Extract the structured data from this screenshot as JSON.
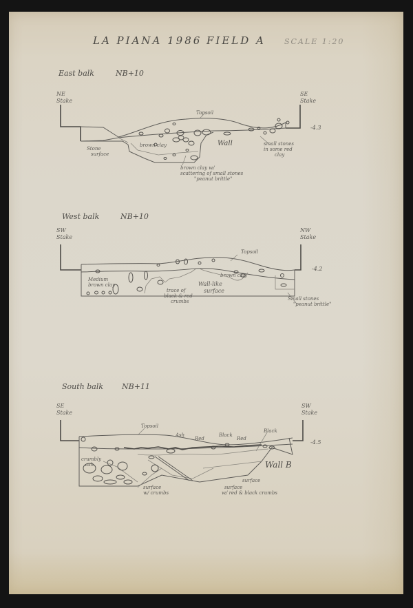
{
  "sheet": {
    "title": "LA PIANA 1986",
    "field": "FIELD A",
    "scale": "SCALE 1:20",
    "colors": {
      "background": "#141414",
      "paper": "#dcd7cb",
      "ink": "#5f5d59"
    }
  },
  "sections": [
    {
      "heading": "East balk",
      "grid_ref": "NB+10",
      "left_stake": [
        "NE",
        "Stake"
      ],
      "right_stake": [
        "SE",
        "Stake"
      ],
      "datum": "-4.3",
      "annotations": {
        "topsoil": "Topsoil",
        "brown_clay": "brown clay",
        "wall": "Wall",
        "stone_surface": [
          "Stone",
          "surface"
        ],
        "small_stones": [
          "small stones",
          "in some red",
          "clay"
        ],
        "brown_clay_scatter": [
          "brown clay w/",
          "scattering of small stones",
          "\"peanut brittle\""
        ]
      }
    },
    {
      "heading": "West balk",
      "grid_ref": "NB+10",
      "left_stake": [
        "SW",
        "Stake"
      ],
      "right_stake": [
        "NW",
        "Stake"
      ],
      "datum": "-4.2",
      "annotations": {
        "topsoil": "Topsoil",
        "medium_brown_clay": [
          "Medium",
          "brown clay"
        ],
        "brown_clay": "brown clay",
        "trace_of_burnt": [
          "trace of",
          "black & red",
          "crumbs"
        ],
        "wall_like_surface": [
          "Wall-like",
          "surface"
        ],
        "small_stones": [
          "Small stones",
          "\"peanut brittle\""
        ]
      }
    },
    {
      "heading": "South balk",
      "grid_ref": "NB+11",
      "left_stake": [
        "SE",
        "Stake"
      ],
      "right_stake": [
        "SW",
        "Stake"
      ],
      "datum": "-4.5",
      "annotations": {
        "topsoil": "Topsoil",
        "layer_labels": [
          "Ash",
          "Red",
          "Black",
          "Red",
          "Black"
        ],
        "crumbly": [
          "crumbly",
          "ash"
        ],
        "wall_b": "Wall B",
        "surface": "surface",
        "surface_crumbs": [
          "surface",
          "w/ crumbs"
        ],
        "surface_red_black": [
          "surface",
          "w/ red & black crumbs"
        ]
      }
    }
  ]
}
